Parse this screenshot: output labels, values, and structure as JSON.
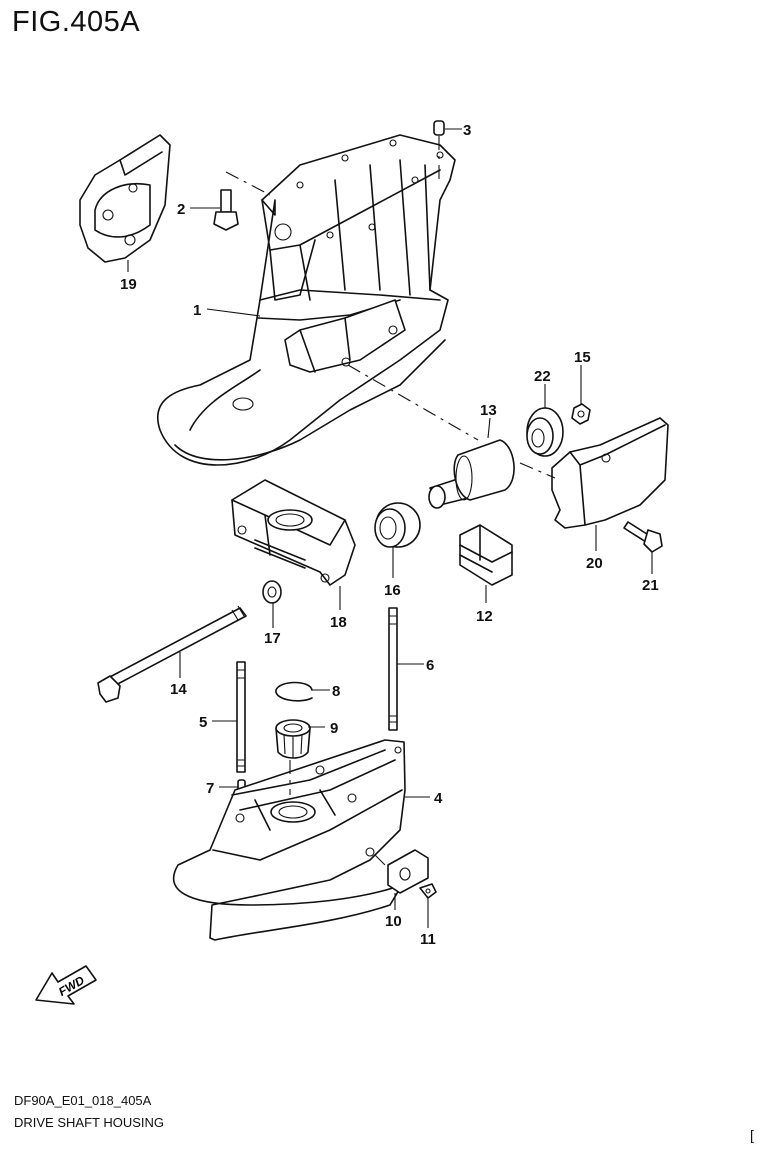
{
  "figure": {
    "title": "FIG.405A",
    "code": "DF90A_E01_018_405A",
    "caption": "DRIVE SHAFT HOUSING",
    "corner_mark": "["
  },
  "fwd_label": "FWD",
  "callouts": [
    "1",
    "2",
    "3",
    "4",
    "5",
    "6",
    "7",
    "8",
    "9",
    "10",
    "11",
    "12",
    "13",
    "14",
    "15",
    "16",
    "17",
    "18",
    "19",
    "20",
    "21",
    "22"
  ]
}
